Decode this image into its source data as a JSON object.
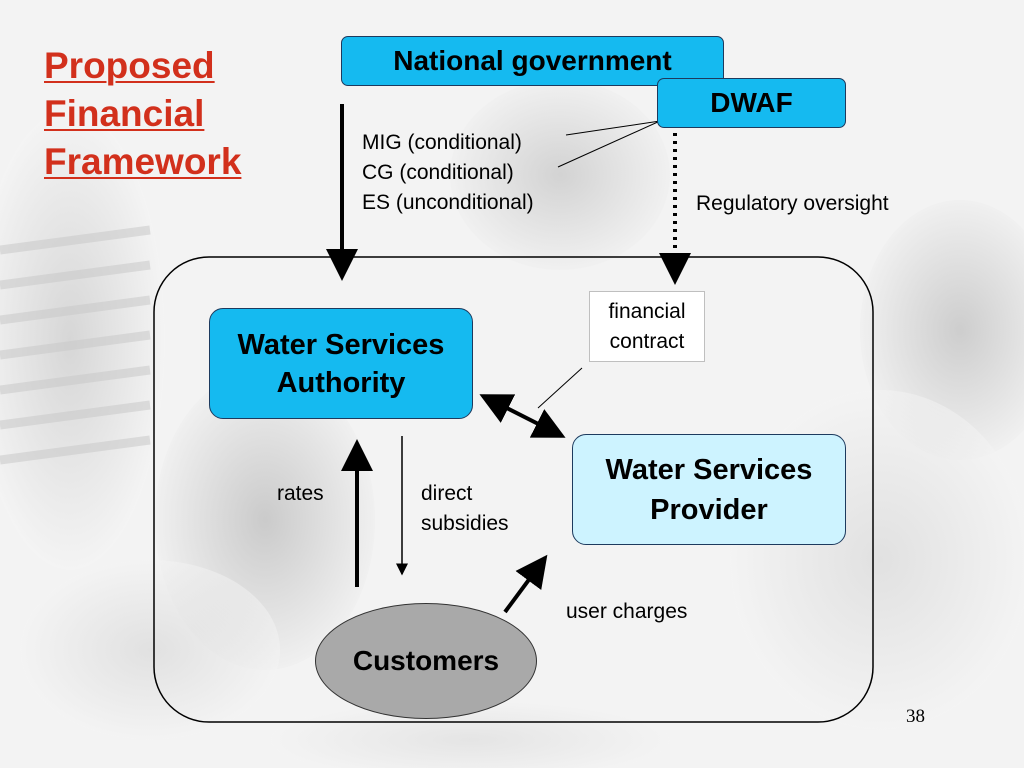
{
  "title": {
    "lines": [
      "Proposed",
      "Financial",
      "Framework"
    ]
  },
  "nodes": {
    "national_government": "National government",
    "dwaf": "DWAF",
    "water_services_authority": [
      "Water Services",
      "Authority"
    ],
    "water_services_provider": [
      "Water Services",
      "Provider"
    ],
    "financial_contract": [
      "financial",
      "contract"
    ],
    "customers": "Customers"
  },
  "labels": {
    "grants": [
      "MIG (conditional)",
      "CG (conditional)",
      "ES (unconditional)"
    ],
    "regulatory_oversight": "Regulatory oversight",
    "rates": "rates",
    "direct_subsidies": [
      "direct",
      "subsidies"
    ],
    "user_charges": "user charges"
  },
  "page_number": "38",
  "colors": {
    "title": "#d2301c",
    "primary_box": "#15baf0",
    "provider_box": "#cdf3ff",
    "customers_fill": "#a9a9a9"
  }
}
